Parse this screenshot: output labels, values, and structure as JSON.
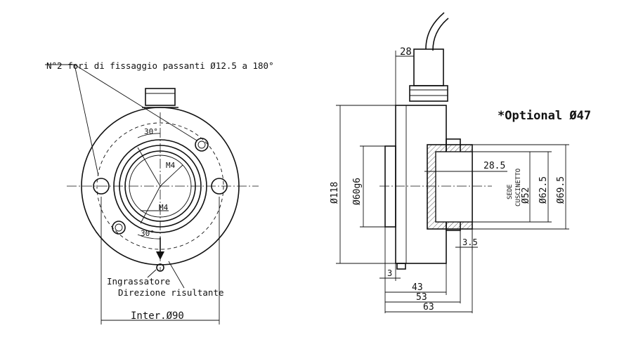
{
  "labels": {
    "holes_note": "N°2 fori di fissaggio passanti Ø12.5 a 180°",
    "angle_top": "30°",
    "angle_bottom": "30°",
    "thread_top": "M4",
    "thread_bottom": "M4",
    "grease": "Ingrassatore",
    "direction": "Direzione risultante",
    "inter": "Inter.Ø90",
    "optional": "*Optional  Ø47",
    "dim_28_top": "28",
    "dim_118": "Ø118",
    "dim_60g6": "Ø60g6",
    "dim_28_5": "28.5",
    "sede_1": "SEDE",
    "sede_2": "CUSCINETTO",
    "dim_52": "Ø52",
    "dim_62_5": "Ø62.5",
    "dim_69_5": "Ø69.5",
    "dim_3_5": "3.5",
    "dim_3": "3",
    "dim_43": "43",
    "dim_53": "53",
    "dim_63": "63"
  }
}
